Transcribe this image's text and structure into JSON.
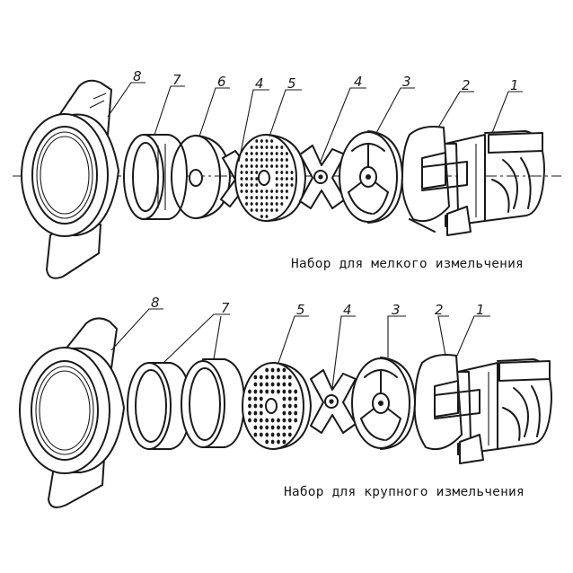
{
  "captions": {
    "fine": "Набор для мелкого измельчения",
    "coarse": "Набор для крупного измельчения"
  },
  "callouts": {
    "top": [
      "8",
      "7",
      "6",
      "4",
      "5",
      "4",
      "3",
      "2",
      "1"
    ],
    "bottom": [
      "8",
      "7",
      "5",
      "4",
      "3",
      "2",
      "1"
    ]
  },
  "colors": {
    "ink": "#1a1a1a",
    "paper": "#ffffff"
  }
}
